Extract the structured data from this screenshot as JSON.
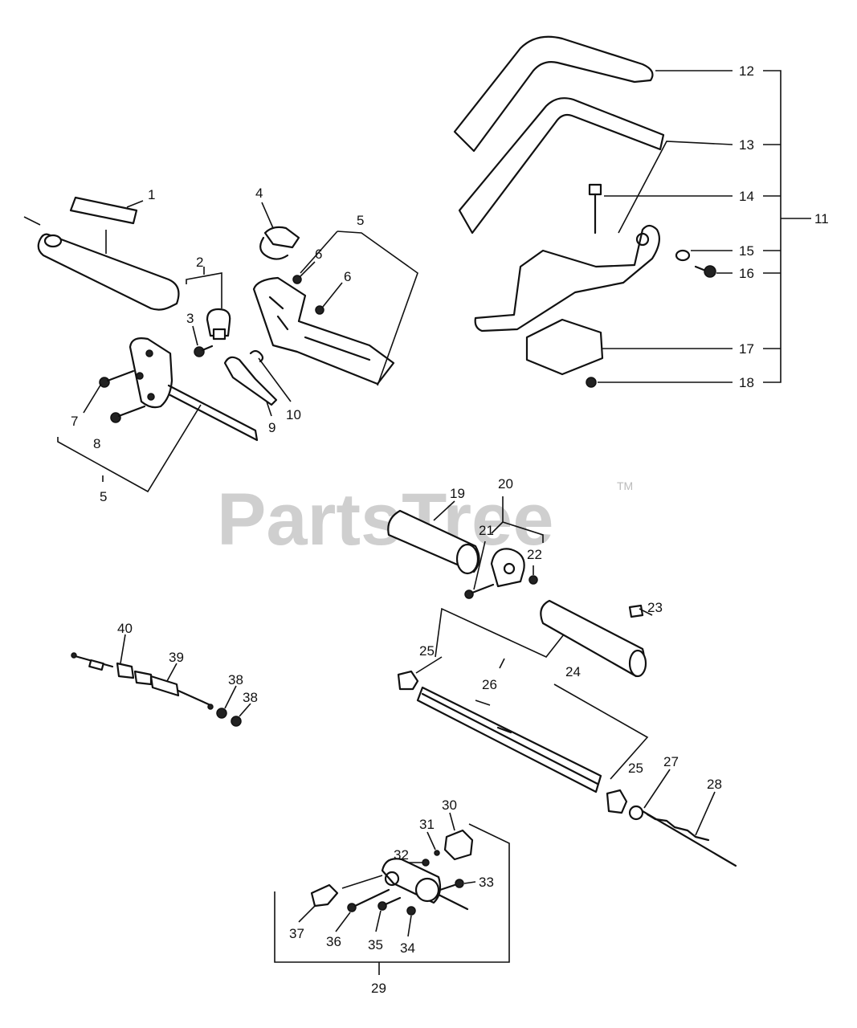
{
  "watermark": {
    "text": "PartsTree",
    "trademark": "TM"
  },
  "callouts": [
    "1",
    "2",
    "3",
    "4",
    "5",
    "5",
    "6",
    "6",
    "7",
    "8",
    "9",
    "10",
    "11",
    "12",
    "13",
    "14",
    "15",
    "16",
    "17",
    "18",
    "19",
    "20",
    "21",
    "22",
    "23",
    "24",
    "25",
    "25",
    "26",
    "27",
    "28",
    "29",
    "30",
    "31",
    "32",
    "33",
    "34",
    "35",
    "36",
    "37",
    "38",
    "38",
    "39",
    "40"
  ]
}
